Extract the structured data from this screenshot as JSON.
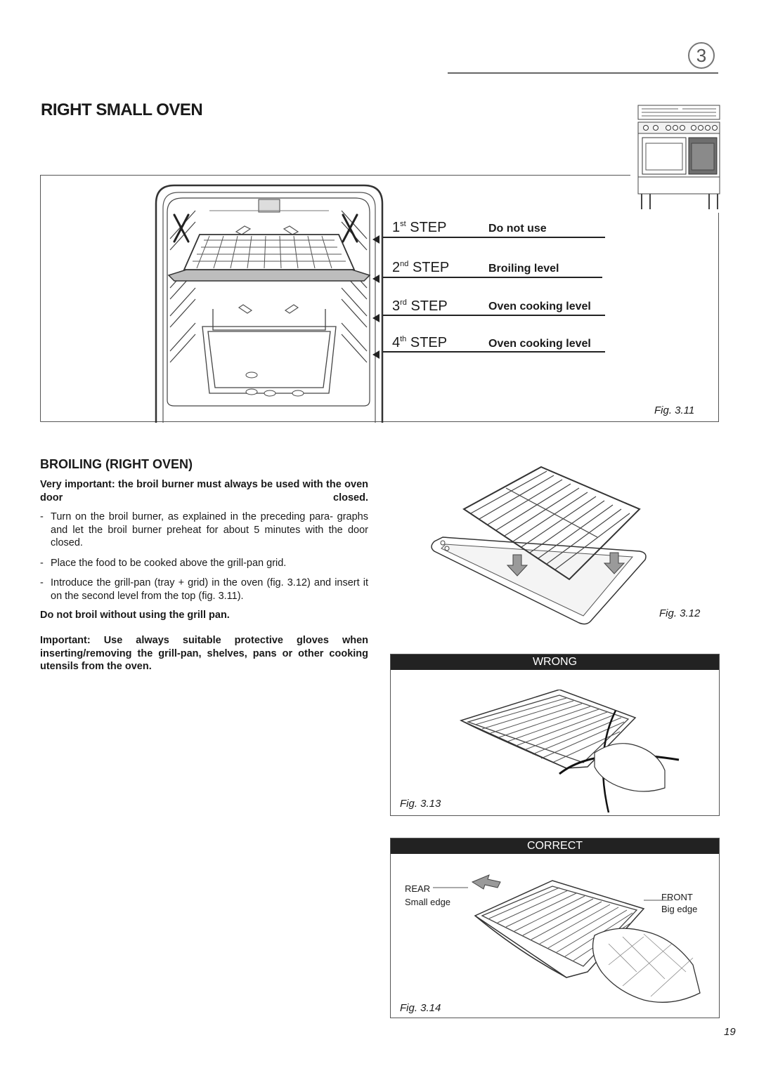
{
  "chapter": {
    "number": "3"
  },
  "page_title": "RIGHT SMALL OVEN",
  "figure_311": {
    "caption": "Fig. 3.11",
    "steps": [
      {
        "ord": "1",
        "sup": "st",
        "word": "STEP",
        "desc": "Do not use"
      },
      {
        "ord": "2",
        "sup": "nd",
        "word": "STEP",
        "desc": "Broiling level"
      },
      {
        "ord": "3",
        "sup": "rd",
        "word": "STEP",
        "desc": "Oven cooking level"
      },
      {
        "ord": "4",
        "sup": "th",
        "word": "STEP",
        "desc": "Oven cooking level"
      }
    ]
  },
  "section": {
    "title": "BROILING (RIGHT OVEN)",
    "important_intro": "Very important: the broil burner must always be used with the oven door closed.",
    "bullets": [
      "Turn on the broil burner, as explained in the preceding para- graphs and let the broil burner preheat for about 5 minutes with the door closed.",
      "Place the food to be cooked above the grill-pan grid.",
      "Introduce the grill-pan (tray + grid) in the oven (fig. 3.12) and insert it on the second  level from the top (fig. 3.11)."
    ],
    "warning": "Do not broil without using the grill pan.",
    "gloves_note": "Important: Use always suitable protective gloves when inserting/removing the grill-pan, shelves, pans or other cooking utensils from the oven."
  },
  "figure_312": {
    "caption": "Fig. 3.12"
  },
  "figure_313": {
    "banner": "WRONG",
    "caption": "Fig. 3.13"
  },
  "figure_314": {
    "banner": "CORRECT",
    "caption": "Fig. 3.14",
    "rear_label": "REAR",
    "rear_sub": "Small edge",
    "front_label": "FRONT",
    "front_sub": "Big edge"
  },
  "page_number": "19"
}
